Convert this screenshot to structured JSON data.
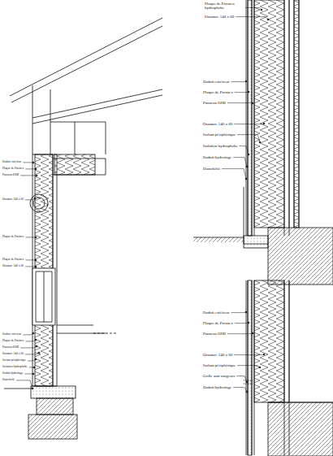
{
  "diagram": {
    "labels": [
      "Plaque de Pavatex hydrophobe",
      "Ossature 140 x 60",
      "Enduit extérieur",
      "Plaque de Pavatex",
      "Panneau OSB",
      "Ossature 140 x 60",
      "Isolant périphérique",
      "Isolation hydrophobe",
      "Enduit hydrofuge",
      "Etanchéité",
      "Enduit extérieur",
      "Plaque de Pavatex",
      "Panneau OSB",
      "Ossature 140 x 60",
      "Isolant périphérique",
      "Grille anti rongeurs",
      "Enduit hydrofuge",
      "Enduit extérieur",
      "Plaque de Pavatex",
      "Panneau OSB",
      "Ossature 140 x 60",
      "Plaque de Pavatex",
      "Plaque de Pavatex",
      "Ossature 140 x 60",
      "Enduit extérieur",
      "Plaque de Pavatex",
      "Panneau OSB",
      "Ossature 140 x 60",
      "Isolant périphérique",
      "Isolation hydrophobe",
      "Enduit hydrofuge",
      "Etanchéité"
    ]
  }
}
